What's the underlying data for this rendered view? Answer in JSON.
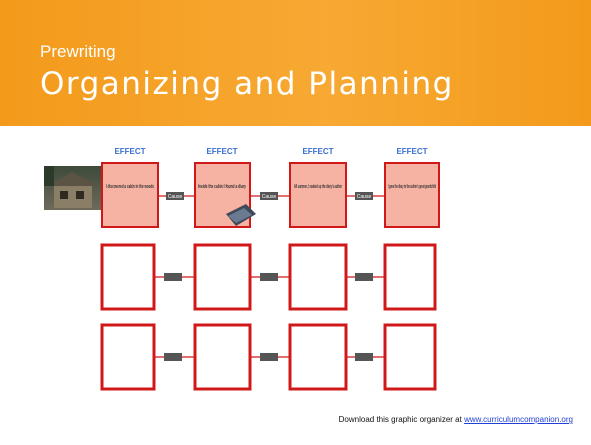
{
  "header": {
    "subtitle": "Prewriting",
    "title": "Organizing and Planning",
    "background_color": "#f39a1b"
  },
  "organizer": {
    "labels": [
      "EFFECT",
      "EFFECT",
      "EFFECT",
      "EFFECT"
    ],
    "filled_cells": [
      "I discovered a cabin in the woods",
      "Inside the cabin I found a diary",
      "All summer, I soaked up the diary's author",
      "I gave the diary to the author's great-grandchild"
    ],
    "arrow_label": "Cause",
    "cell_fill": "#f6b3a3",
    "empty_cell_border": "#d01818"
  },
  "footer": {
    "text": "Download this graphic organizer at ",
    "link": "www.curriculumcompanion.org"
  }
}
